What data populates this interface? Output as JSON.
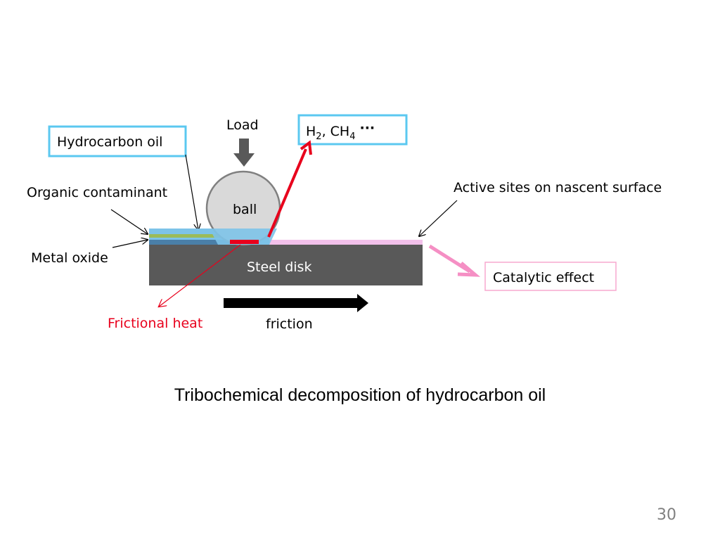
{
  "labels": {
    "hydrocarbon_oil": "Hydrocarbon oil",
    "organic_contaminant": "Organic contaminant",
    "metal_oxide": "Metal oxide",
    "load": "Load",
    "ball": "ball",
    "steel_disk": "Steel disk",
    "products_h": "H",
    "products_h_sub": "2",
    "products_mid": ", CH",
    "products_ch_sub": "4",
    "products_dots": "···",
    "active_sites": "Active sites on nascent surface",
    "catalytic_effect": "Catalytic effect",
    "frictional_heat": "Frictional heat",
    "friction": "friction"
  },
  "caption": "Tribochemical decomposition of hydrocarbon oil",
  "page_number": "30",
  "colors": {
    "box_border_blue": "#5bc8f0",
    "box_border_pink": "#f7a8cf",
    "steel_disk": "#595959",
    "ball_fill": "#d9d9d9",
    "oil_layer": "#7dc3e8",
    "contaminant_layer": "#9bbb59",
    "oxide_layer": "#4a7fa8",
    "nascent_surface": "#f2c0ea",
    "contact_heat": "#e8001c",
    "catalytic_arrow": "#f58fc4",
    "friction_arrow": "#000000"
  }
}
